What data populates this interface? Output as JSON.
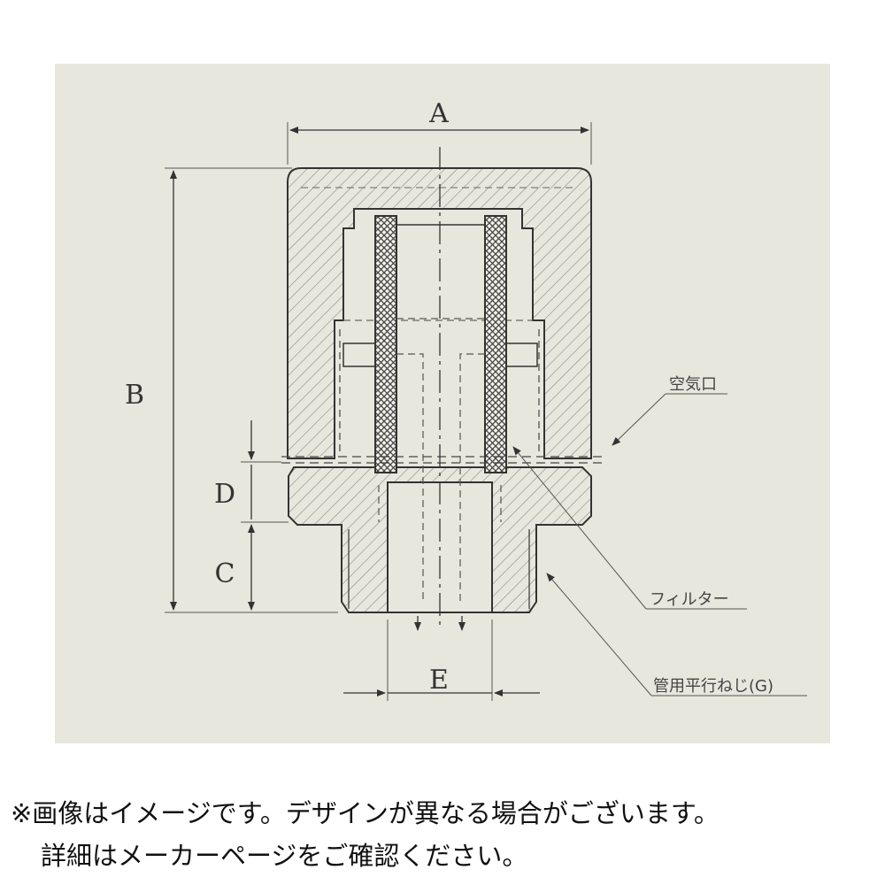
{
  "dimensions": {
    "a": "A",
    "b": "B",
    "c": "C",
    "d": "D",
    "e": "E"
  },
  "callouts": {
    "air_port": "空気口",
    "filter": "フィルター",
    "thread": "管用平行ねじ(G)"
  },
  "disclaimer": {
    "line1": "※画像はイメージです。デザインが異なる場合がございます。",
    "line2": "詳細はメーカーページをご確認ください。"
  },
  "colors": {
    "background_panel": "#e8e7dd",
    "outline": "#333333",
    "hatch": "#8a8a84",
    "filter_mesh": "#555555"
  }
}
